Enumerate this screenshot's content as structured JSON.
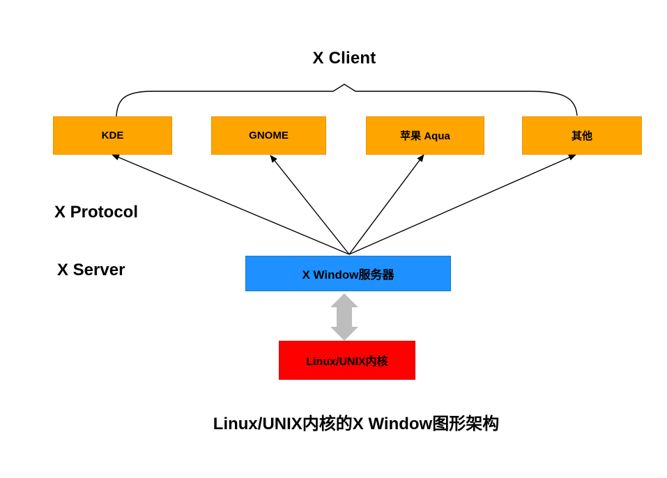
{
  "diagram": {
    "title": "X Client",
    "caption": "Linux/UNIX内核的X Window图形架构",
    "side_labels": {
      "protocol": "X Protocol",
      "server": "X Server"
    },
    "clients": [
      {
        "label": "KDE"
      },
      {
        "label": "GNOME"
      },
      {
        "label": "苹果 Aqua"
      },
      {
        "label": "其他"
      }
    ],
    "server_box": {
      "label": "X Window服务器"
    },
    "kernel_box": {
      "label": "Linux/UNIX内核"
    },
    "connectors": {
      "brace": "curly line grouping the four client boxes under the X Client title",
      "protocol_arrows": "four arrows from X Window server fanning out to each client box",
      "kernel_link": "gray double-headed arrow between X Window server and Linux/UNIX kernel"
    }
  },
  "colors": {
    "background": "#FFFFFF",
    "text": "#000000",
    "connector": "#000000",
    "client_box": "#FFA500",
    "client_box_border": "#E59400",
    "server_box": "#1E90FF",
    "server_box_border": "#1579D8",
    "kernel_box": "#FF0000",
    "kernel_box_border": "#D60000",
    "kernel_link_arrow": "#BDBDBD"
  }
}
